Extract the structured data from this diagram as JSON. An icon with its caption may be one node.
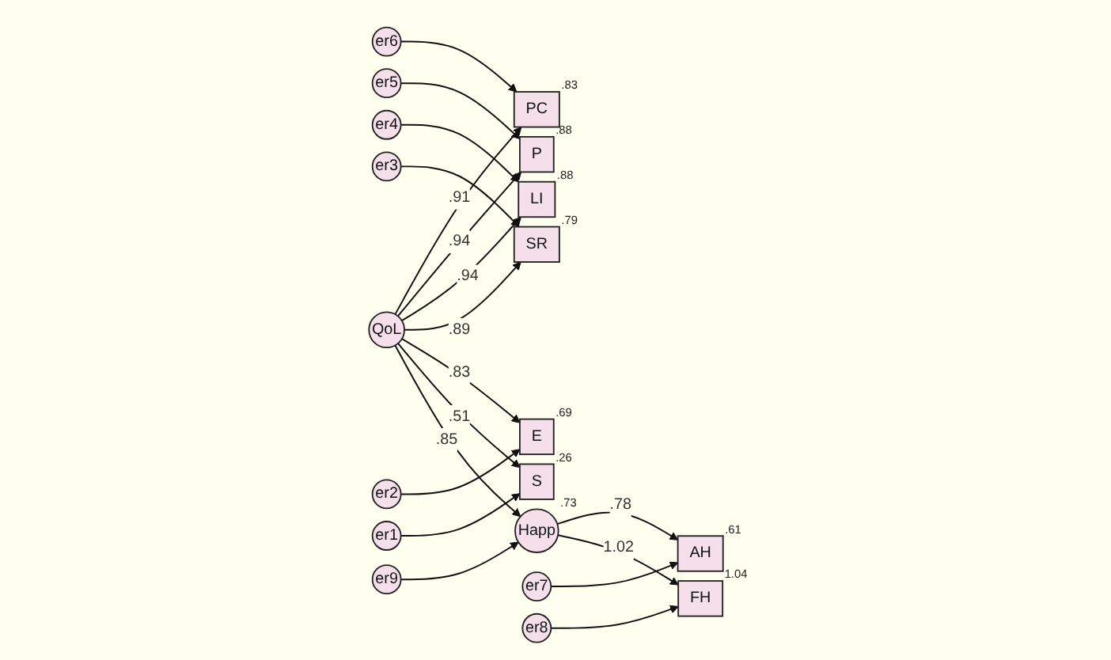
{
  "diagram": {
    "nodes": [
      {
        "text": [
          "er6"
        ]
      },
      {
        "text": [
          "PC"
        ],
        "beside": [
          ".83"
        ]
      },
      {
        "text": [
          "er5"
        ]
      },
      {
        "text": [
          "P"
        ],
        "beside": [
          ".88"
        ]
      },
      {
        "text": [
          "er4"
        ]
      },
      {
        "text": [
          "LI"
        ],
        "beside": [
          ".88"
        ]
      },
      {
        "text": [
          "er3"
        ]
      },
      {
        "text": [
          "SR"
        ],
        "beside": [
          ".79"
        ]
      },
      {
        "text": [
          "er2"
        ]
      },
      {
        "text": [
          "E"
        ],
        "beside": [
          ".69"
        ]
      },
      {
        "text": [
          "er1"
        ]
      },
      {
        "text": [
          "S"
        ],
        "beside": [
          ".26"
        ]
      },
      {
        "text": [
          "QoL"
        ]
      },
      {
        "text": [
          "er9"
        ]
      },
      {
        "text": [
          "Happ"
        ],
        "beside": [
          ".73"
        ]
      },
      {
        "text": [
          "AH"
        ],
        "beside": [
          ".61"
        ]
      },
      {
        "text": [
          "er7"
        ]
      },
      {
        "text": [
          "FH"
        ],
        "beside": [
          "1.04"
        ]
      },
      {
        "text": [
          "er8"
        ]
      }
    ],
    "edges": [
      {
        "from": 0,
        "to": 1,
        "arrow": "to"
      },
      {
        "from": 2,
        "to": 3,
        "arrow": "to"
      },
      {
        "from": 4,
        "to": 5,
        "arrow": "to"
      },
      {
        "from": 6,
        "to": 7,
        "arrow": "to"
      },
      {
        "from": 8,
        "to": 9,
        "arrow": "to"
      },
      {
        "from": 10,
        "to": 11,
        "arrow": "to"
      },
      {
        "from": 12,
        "to": 1,
        "arrow": "to",
        "label": ".91"
      },
      {
        "from": 12,
        "to": 3,
        "arrow": "to",
        "label": ".94"
      },
      {
        "from": 12,
        "to": 5,
        "arrow": "to",
        "label": ".94"
      },
      {
        "from": 12,
        "to": 7,
        "arrow": "to",
        "label": ".89"
      },
      {
        "from": 12,
        "to": 9,
        "arrow": "to",
        "label": ".83"
      },
      {
        "from": 12,
        "to": 11,
        "arrow": "to",
        "label": ".51"
      },
      {
        "from": 12,
        "to": 14,
        "arrow": "to",
        "label": ".85"
      },
      {
        "from": 13,
        "to": 14,
        "arrow": "to"
      },
      {
        "from": 14,
        "to": 15,
        "arrow": "to",
        "label": ".78"
      },
      {
        "from": 14,
        "to": 17,
        "arrow": "to",
        "label": "1.02"
      },
      {
        "from": 16,
        "to": 15,
        "arrow": "to"
      },
      {
        "from": 18,
        "to": 17,
        "arrow": "to"
      }
    ]
  }
}
